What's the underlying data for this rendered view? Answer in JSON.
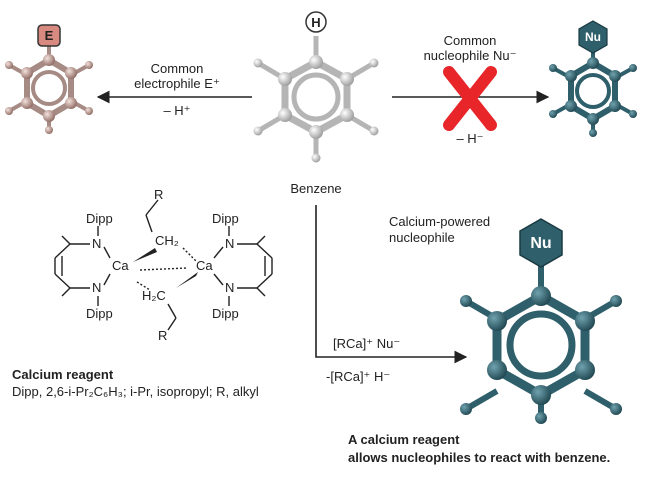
{
  "labels": {
    "electrophile_line1": "Common",
    "electrophile_line2": "electrophile E⁺",
    "electrophile_loss": "– H⁺",
    "nucleophile_line1": "Common",
    "nucleophile_line2": "nucleophile Nu⁻",
    "nucleophile_loss": "– H⁻",
    "benzene": "Benzene",
    "calcium_powered_line1": "Calcium-powered",
    "calcium_powered_line2": "nucleophile",
    "rca_nu": "[RCa]⁺ Nu⁻",
    "rca_h": "-[RCa]⁺ H⁻",
    "reagent_title": "Calcium reagent",
    "reagent_desc": "Dipp, 2,6-i-Pr₂C₆H₃; i-Pr, isopropyl; R, alkyl",
    "caption_line1": "A calcium reagent",
    "caption_line2": "allows nucleophiles to react with benzene."
  },
  "atoms": {
    "H": "H",
    "E": "E",
    "Nu_small": "Nu",
    "Nu_large": "Nu"
  },
  "structure": {
    "dipp_tl": "Dipp",
    "dipp_bl": "Dipp",
    "dipp_tr": "Dipp",
    "dipp_br": "Dipp",
    "n_tl": "N",
    "n_bl": "N",
    "n_tr": "N",
    "n_br": "N",
    "ca_left": "Ca",
    "ca_right": "Ca",
    "r_top": "R",
    "r_bottom": "R",
    "ch2_top": "CH₂",
    "h2c_bottom": "H₂C"
  },
  "colors": {
    "benzene_atom": "#d6d6d6",
    "electrophile_atom": "#c4a098",
    "nucleophile_atom": "#2e5f6b",
    "cross": "#e8262a",
    "e_badge": "#d98a80"
  },
  "icons": {
    "cross": "cross-icon",
    "arrow": "arrow-icon"
  }
}
